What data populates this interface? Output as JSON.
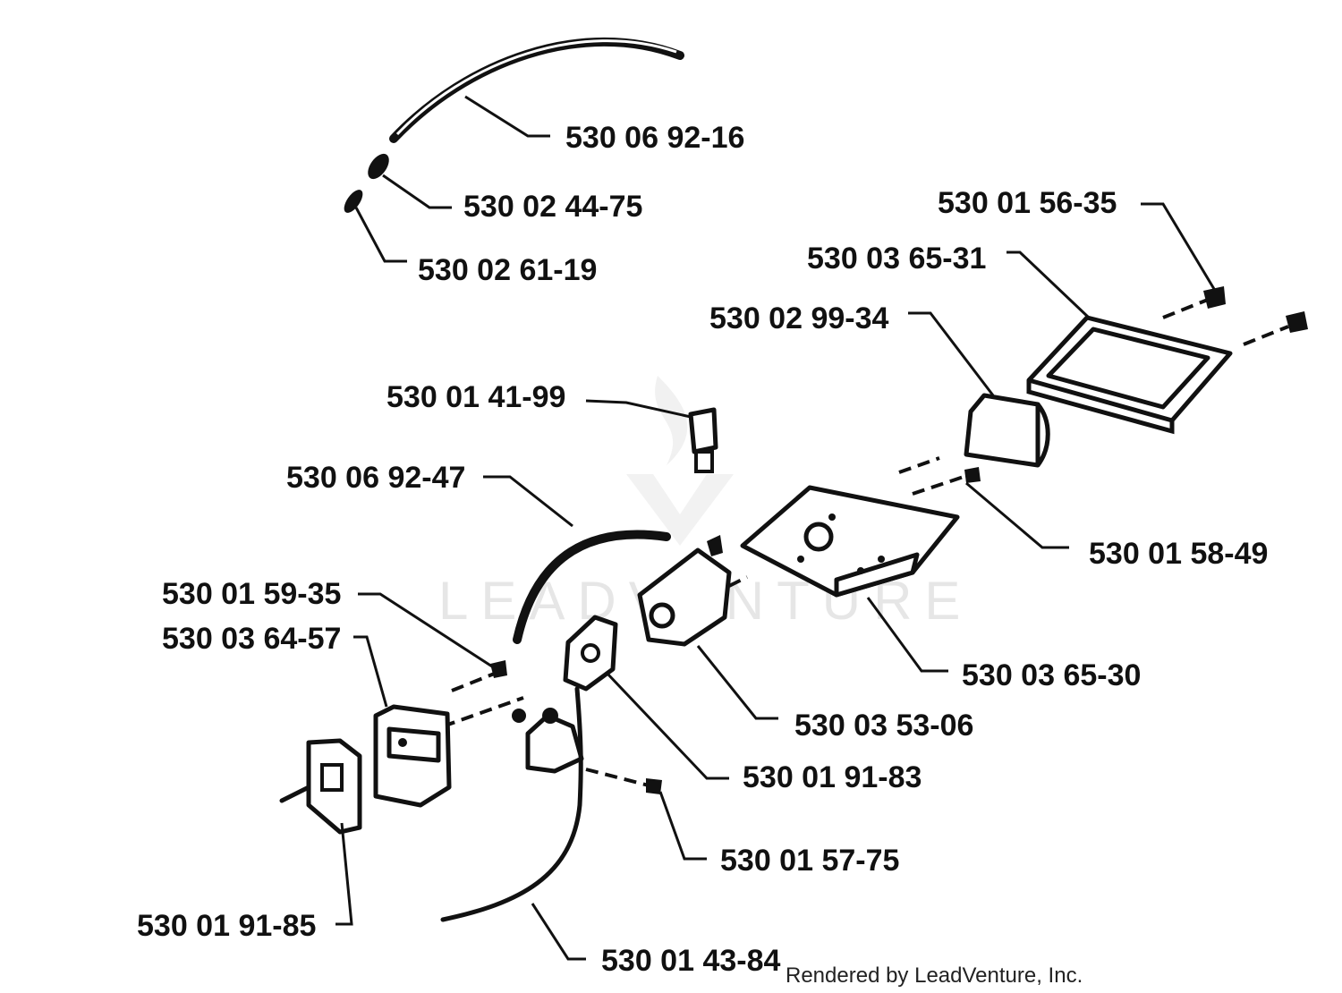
{
  "diagram": {
    "watermark": "LEADVENTURE",
    "credit": "Rendered by LeadVenture, Inc.",
    "parts": [
      {
        "id": "p1",
        "label": "530 06 92-16"
      },
      {
        "id": "p2",
        "label": "530 02 44-75"
      },
      {
        "id": "p3",
        "label": "530 02 61-19"
      },
      {
        "id": "p4",
        "label": "530 01 56-35"
      },
      {
        "id": "p5",
        "label": "530 03 65-31"
      },
      {
        "id": "p6",
        "label": "530 02 99-34"
      },
      {
        "id": "p7",
        "label": "530 01 41-99"
      },
      {
        "id": "p8",
        "label": "530 06 92-47"
      },
      {
        "id": "p9",
        "label": "530 01 58-49"
      },
      {
        "id": "p10",
        "label": "530 01 59-35"
      },
      {
        "id": "p11",
        "label": "530 03 64-57"
      },
      {
        "id": "p12",
        "label": "530 03 65-30"
      },
      {
        "id": "p13",
        "label": "530 03 53-06"
      },
      {
        "id": "p14",
        "label": "530 01 91-83"
      },
      {
        "id": "p15",
        "label": "530 01 57-75"
      },
      {
        "id": "p16",
        "label": "530 01 91-85"
      },
      {
        "id": "p17",
        "label": "530 01 43-84"
      }
    ]
  }
}
